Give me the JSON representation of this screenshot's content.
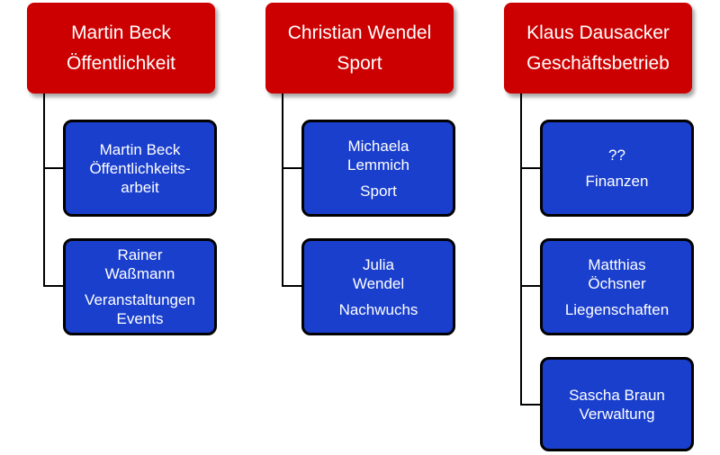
{
  "colors": {
    "head_fill": "#cc0000",
    "child_fill": "#1a3fcc",
    "connector": "#000000",
    "text": "#ffffff"
  },
  "departments": [
    {
      "head": {
        "name": "Martin Beck",
        "role": "Öffentlichkeit"
      },
      "children": [
        {
          "name_lines": [
            "Martin Beck",
            "Öffentlichkeits-",
            "arbeit"
          ],
          "role_lines": []
        },
        {
          "name_lines": [
            "Rainer",
            "Waßmann"
          ],
          "role_lines": [
            "Veranstaltungen",
            "Events"
          ]
        }
      ]
    },
    {
      "head": {
        "name": "Christian Wendel",
        "role": "Sport"
      },
      "children": [
        {
          "name_lines": [
            "Michaela",
            "Lemmich"
          ],
          "role_lines": [
            "Sport"
          ]
        },
        {
          "name_lines": [
            "Julia",
            "Wendel"
          ],
          "role_lines": [
            "Nachwuchs"
          ]
        }
      ]
    },
    {
      "head": {
        "name": "Klaus Dausacker",
        "role": "Geschäftsbetrieb"
      },
      "children": [
        {
          "name_lines": [
            "??"
          ],
          "role_lines": [
            "Finanzen"
          ]
        },
        {
          "name_lines": [
            "Matthias",
            "Öchsner"
          ],
          "role_lines": [
            "Liegenschaften"
          ]
        },
        {
          "name_lines": [
            "Sascha Braun"
          ],
          "role_lines": [
            "Verwaltung"
          ]
        }
      ]
    }
  ]
}
